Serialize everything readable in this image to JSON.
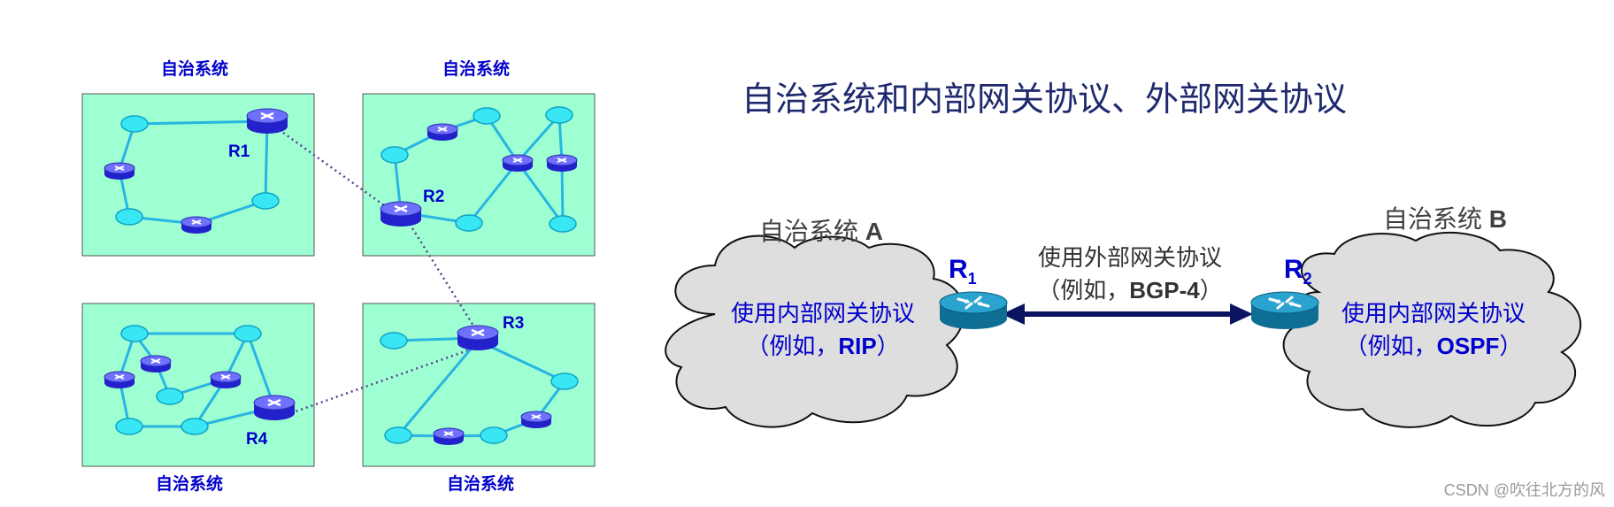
{
  "left_panel": {
    "as_label": "自治系统",
    "router_labels": {
      "r1": "R1",
      "r2": "R2",
      "r3": "R3",
      "r4": "R4"
    }
  },
  "right_panel": {
    "title": "自治系统和内部网关协议、外部网关协议",
    "as_a": {
      "title_prefix": "自治系统 ",
      "title_letter": "A",
      "igp_line1": "使用内部网关协议",
      "igp_line2_prefix": "（例如，",
      "igp_line2_proto": "RIP",
      "igp_line2_suffix": "）",
      "router_letter": "R",
      "router_sub": "1"
    },
    "as_b": {
      "title_prefix": "自治系统 ",
      "title_letter": "B",
      "igp_line1": "使用内部网关协议",
      "igp_line2_prefix": "（例如，",
      "igp_line2_proto": "OSPF",
      "igp_line2_suffix": "）",
      "router_letter": "R",
      "router_sub": "2"
    },
    "egp_line1": "使用外部网关协议",
    "egp_line2_prefix": "（例如，",
    "egp_line2_proto": "BGP-4",
    "egp_line2_suffix": "）"
  },
  "watermark": "CSDN @吹往北方的风",
  "colors": {
    "as_box_fill": "#9effd2",
    "link": "#27b5e4",
    "node_fill": "#39e6f4",
    "router_top": "#7777ff",
    "router_body": "#2222cc",
    "label_blue": "#0000cc",
    "title_navy": "#1f2a6e",
    "cloud_fill": "#dedede",
    "egp_arrow": "#0a1460"
  }
}
